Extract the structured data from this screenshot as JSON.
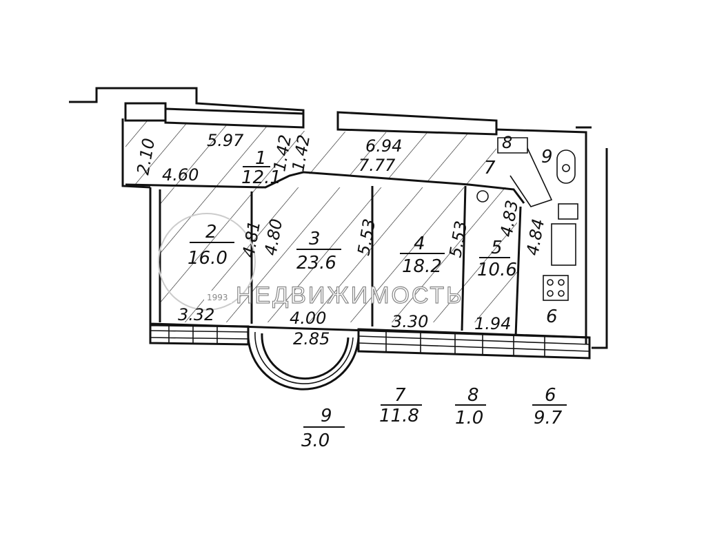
{
  "watermark": {
    "year": "1993",
    "text": "НЕДВИЖИМОСТЬ"
  },
  "rooms": [
    {
      "number": "1",
      "area": "12.1"
    },
    {
      "number": "2",
      "area": "16.0"
    },
    {
      "number": "3",
      "area": "23.6"
    },
    {
      "number": "4",
      "area": "18.2"
    },
    {
      "number": "5",
      "area": "10.6"
    },
    {
      "number": "6"
    },
    {
      "number": "7"
    },
    {
      "number": "8"
    },
    {
      "number": "9"
    }
  ],
  "dimensions": {
    "d_2_10": "2.10",
    "d_5_97": "5.97",
    "d_1_42a": "1.42",
    "d_1_42b": "1.42",
    "d_4_60": "4.60",
    "d_6_94": "6.94",
    "d_7_77": "7.77",
    "d_4_81": "4.81",
    "d_4_80": "4.80",
    "d_5_53a": "5.53",
    "d_5_53b": "5.53",
    "d_4_83": "4.83",
    "d_4_84": "4.84",
    "d_3_32": "3.32",
    "d_4_00": "4.00",
    "d_2_85": "2.85",
    "d_3_30": "3.30",
    "d_1_94": "1.94"
  },
  "legend": [
    {
      "number": "9",
      "area": "3.0"
    },
    {
      "number": "7",
      "area": "11.8"
    },
    {
      "number": "8",
      "area": "1.0"
    },
    {
      "number": "6",
      "area": "9.7"
    }
  ]
}
